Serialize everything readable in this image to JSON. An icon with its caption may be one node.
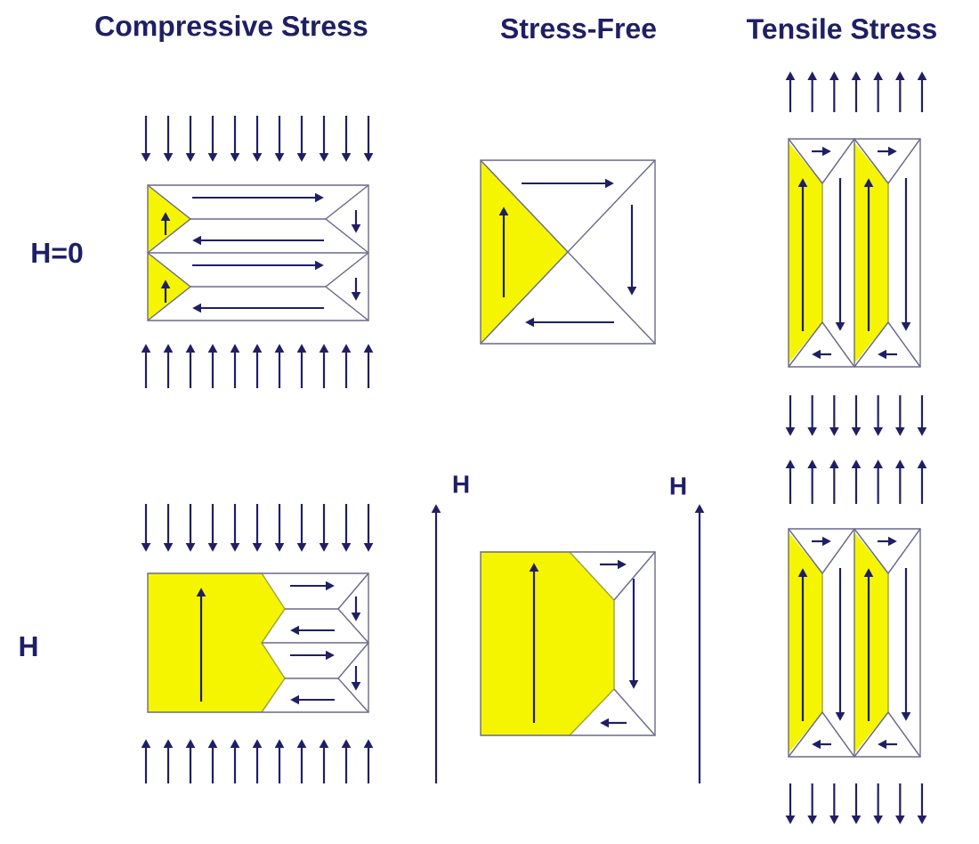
{
  "diagram": {
    "labels": [
      "Compressive Stress",
      "Stress-Free",
      "Tensile Stress",
      "H=0",
      "H",
      "H",
      "H"
    ]
  }
}
